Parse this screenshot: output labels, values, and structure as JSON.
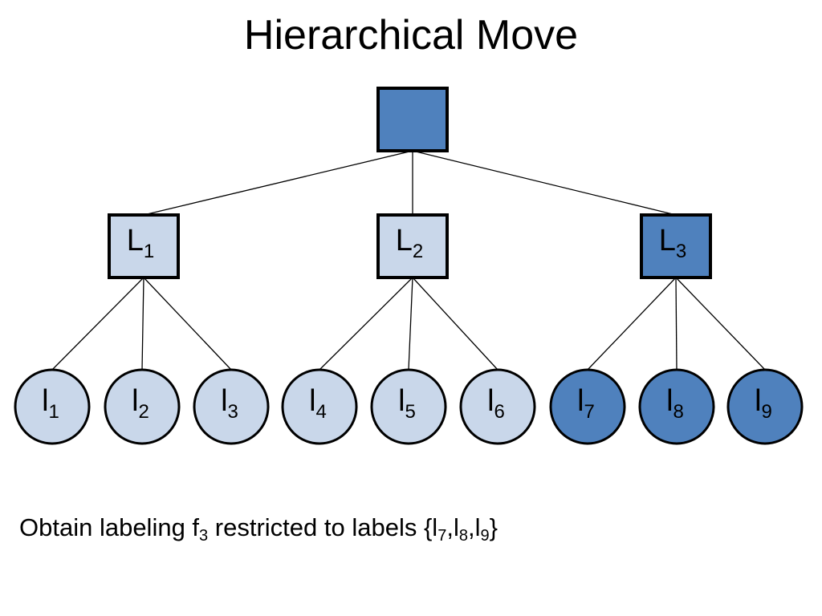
{
  "title": "Hierarchical Move",
  "colors": {
    "dark_fill": "#4f81bd",
    "light_fill": "#c9d7ea",
    "stroke": "#000000"
  },
  "root": {
    "shape": "square",
    "fill": "dark",
    "label": ""
  },
  "group_nodes": [
    {
      "main": "L",
      "sub": "1",
      "fill": "light"
    },
    {
      "main": "L",
      "sub": "2",
      "fill": "light"
    },
    {
      "main": "L",
      "sub": "3",
      "fill": "dark"
    }
  ],
  "leaf_nodes": [
    {
      "main": "l",
      "sub": "1",
      "group": 0,
      "fill": "light"
    },
    {
      "main": "l",
      "sub": "2",
      "group": 0,
      "fill": "light"
    },
    {
      "main": "l",
      "sub": "3",
      "group": 0,
      "fill": "light"
    },
    {
      "main": "l",
      "sub": "4",
      "group": 1,
      "fill": "light"
    },
    {
      "main": "l",
      "sub": "5",
      "group": 1,
      "fill": "light"
    },
    {
      "main": "l",
      "sub": "6",
      "group": 1,
      "fill": "light"
    },
    {
      "main": "l",
      "sub": "7",
      "group": 2,
      "fill": "dark"
    },
    {
      "main": "l",
      "sub": "8",
      "group": 2,
      "fill": "dark"
    },
    {
      "main": "l",
      "sub": "9",
      "group": 2,
      "fill": "dark"
    }
  ],
  "caption": {
    "part1": "Obtain labeling f",
    "sub1": "3",
    "part2": " restricted to labels {l",
    "sub2": "7",
    "part3": ",l",
    "sub3": "8",
    "part4": ",l",
    "sub4": "9",
    "part5": "}"
  }
}
